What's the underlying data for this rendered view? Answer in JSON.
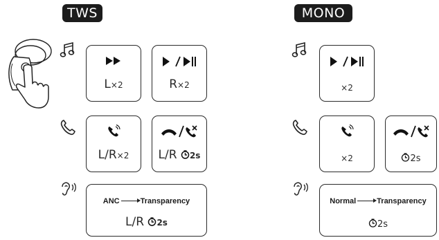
{
  "headers": {
    "tws": "TWS",
    "mono": "MONO"
  },
  "icons": {
    "music": "music-note-icon",
    "call": "phone-icon",
    "anc": "ear-sound-icon",
    "earbud": "earbud-finger-tap-icon",
    "timer": "timer-icon"
  },
  "tws": {
    "music": [
      {
        "symbol": "▶▶",
        "label": "L",
        "suffix": "×2"
      },
      {
        "symbol": "▶/▶||",
        "label": "R",
        "suffix": "×2"
      }
    ],
    "call": [
      {
        "symbol": "answer",
        "label": "L/R",
        "suffix": "×2"
      },
      {
        "symbol": "hang/reject",
        "label": "L/R",
        "suffix": "2s"
      }
    ],
    "anc": {
      "from": "ANC",
      "to": "Transparency",
      "label": "L/R",
      "suffix": "2s"
    }
  },
  "mono": {
    "music": [
      {
        "symbol": "▶/▶||",
        "label": "",
        "suffix": "×2"
      }
    ],
    "call": [
      {
        "symbol": "answer",
        "label": "",
        "suffix": "×2"
      },
      {
        "symbol": "hang/reject",
        "label": "",
        "suffix": "2s"
      }
    ],
    "anc": {
      "from": "Normal",
      "to": "Transparency",
      "label": "",
      "suffix": "2s"
    }
  }
}
